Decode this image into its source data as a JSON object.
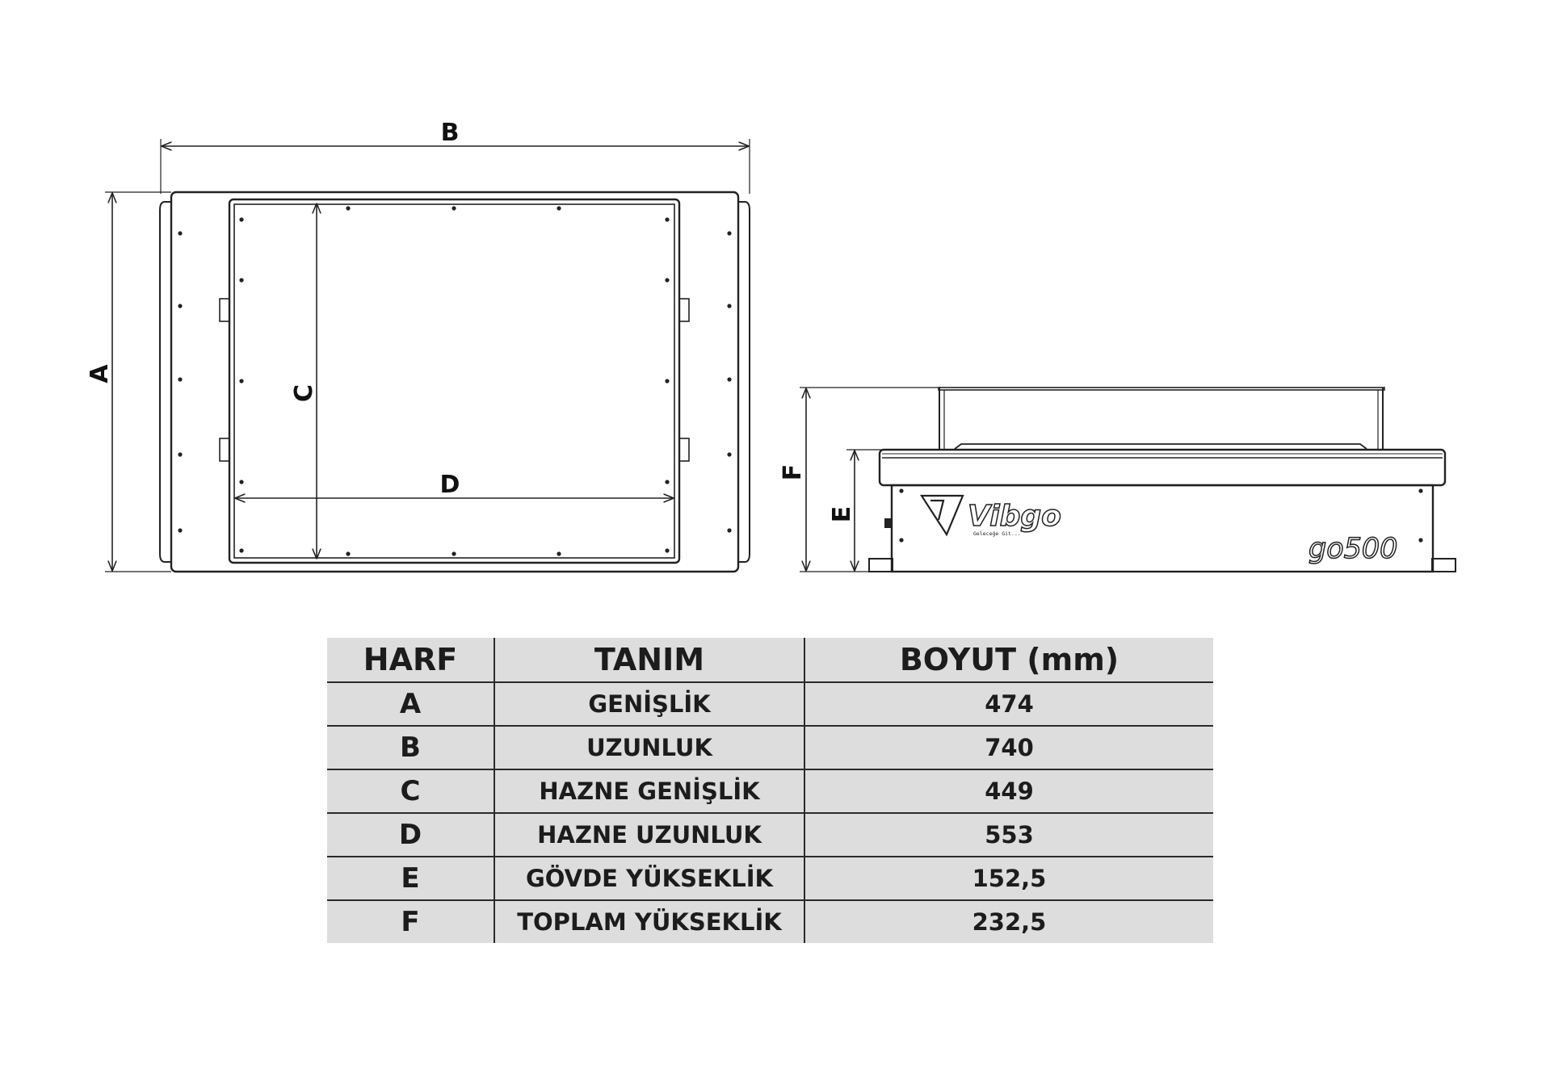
{
  "dimension_labels": {
    "a": "A",
    "b": "B",
    "c": "C",
    "d": "D",
    "e": "E",
    "f": "F"
  },
  "brand": {
    "logo_text": "Vibgo",
    "logo_tagline": "Geleceğe Git...",
    "model_text": "go500"
  },
  "table": {
    "headers": [
      "HARF",
      "TANIM",
      "BOYUT (mm)"
    ],
    "rows": [
      {
        "harf": "A",
        "tanim": "GENİŞLİK",
        "boyut": "474"
      },
      {
        "harf": "B",
        "tanim": "UZUNLUK",
        "boyut": "740"
      },
      {
        "harf": "C",
        "tanim": "HAZNE GENİŞLİK",
        "boyut": "449"
      },
      {
        "harf": "D",
        "tanim": "HAZNE UZUNLUK",
        "boyut": "553"
      },
      {
        "harf": "E",
        "tanim": "GÖVDE YÜKSEKLİK",
        "boyut": "152,5"
      },
      {
        "harf": "F",
        "tanim": "TOPLAM YÜKSEKLİK",
        "boyut": "232,5"
      }
    ]
  },
  "colors": {
    "line": "#222222",
    "table_bg": "#dcdddc",
    "text": "#1c1c1c"
  }
}
